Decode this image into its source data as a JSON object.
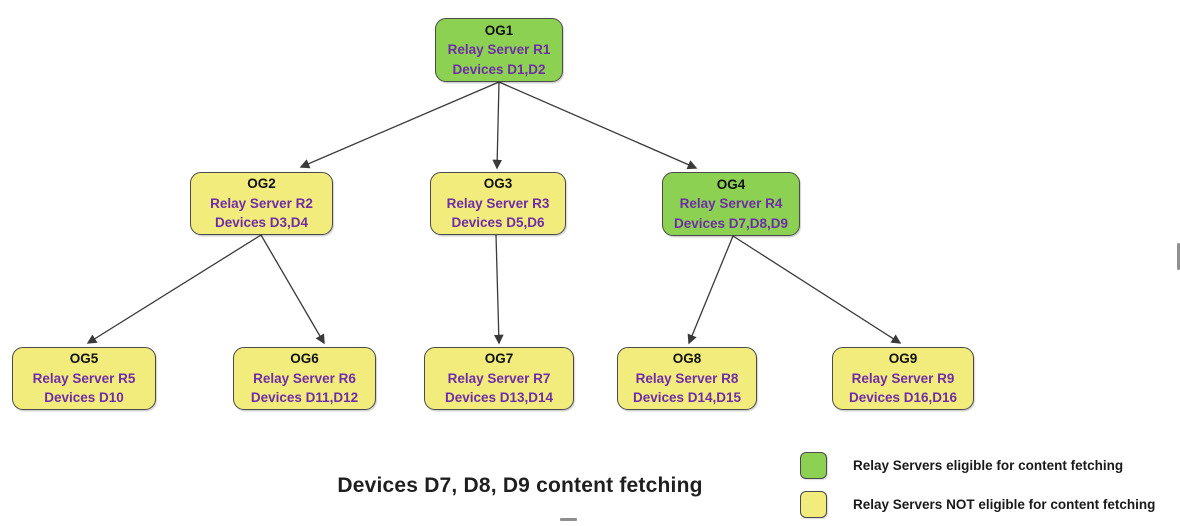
{
  "diagram": {
    "title": "Devices D7, D8, D9 content fetching",
    "colors": {
      "eligible": "#8CD152",
      "not_eligible": "#F2EC7D",
      "node_border": "#4a4a4a",
      "relay_text": "#6F2DA8",
      "edge": "#3a3a3a"
    },
    "nodes": [
      {
        "id": "OG1",
        "title": "OG1",
        "relay": "Relay Server R1",
        "devices": "Devices D1,D2",
        "eligible": true
      },
      {
        "id": "OG2",
        "title": "OG2",
        "relay": "Relay Server R2",
        "devices": "Devices D3,D4",
        "eligible": false
      },
      {
        "id": "OG3",
        "title": "OG3",
        "relay": "Relay Server R3",
        "devices": "Devices D5,D6",
        "eligible": false
      },
      {
        "id": "OG4",
        "title": "OG4",
        "relay": "Relay Server R4",
        "devices": "Devices D7,D8,D9",
        "eligible": true
      },
      {
        "id": "OG5",
        "title": "OG5",
        "relay": "Relay Server R5",
        "devices": "Devices D10",
        "eligible": false
      },
      {
        "id": "OG6",
        "title": "OG6",
        "relay": "Relay Server R6",
        "devices": "Devices D11,D12",
        "eligible": false
      },
      {
        "id": "OG7",
        "title": "OG7",
        "relay": "Relay Server R7",
        "devices": "Devices D13,D14",
        "eligible": false
      },
      {
        "id": "OG8",
        "title": "OG8",
        "relay": "Relay Server R8",
        "devices": "Devices D14,D15",
        "eligible": false
      },
      {
        "id": "OG9",
        "title": "OG9",
        "relay": "Relay Server R9",
        "devices": "Devices D16,D16",
        "eligible": false
      }
    ],
    "edges": [
      {
        "from": "OG1",
        "to": "OG2"
      },
      {
        "from": "OG1",
        "to": "OG3"
      },
      {
        "from": "OG1",
        "to": "OG4"
      },
      {
        "from": "OG2",
        "to": "OG5"
      },
      {
        "from": "OG2",
        "to": "OG6"
      },
      {
        "from": "OG3",
        "to": "OG7"
      },
      {
        "from": "OG4",
        "to": "OG8"
      },
      {
        "from": "OG4",
        "to": "OG9"
      }
    ],
    "legend": [
      {
        "swatch_color": "#8CD152",
        "label": "Relay Servers eligible for content fetching"
      },
      {
        "swatch_color": "#F2EC7D",
        "label": "Relay Servers NOT eligible for content fetching"
      }
    ]
  }
}
